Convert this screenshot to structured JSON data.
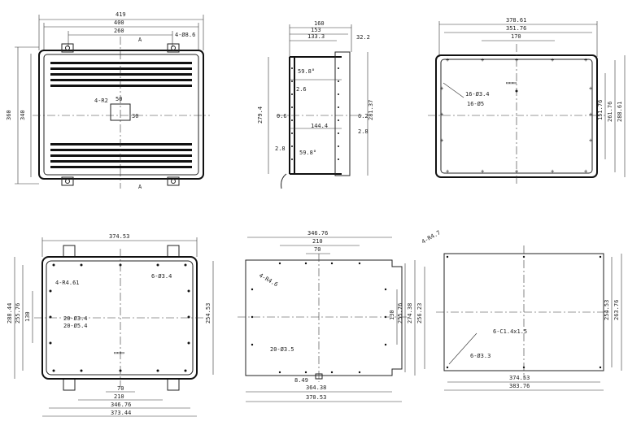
{
  "view1": {
    "dims": {
      "w419": "419",
      "w400": "400",
      "w260": "260",
      "h360": "360",
      "h340": "340",
      "label_a_top": "A",
      "label_a_bot": "A",
      "holes": "4-Ø8.6",
      "slot_w": "50",
      "slot_h": "30",
      "radius": "4-R2"
    }
  },
  "view2": {
    "dims": {
      "w160": "160",
      "w153": "153",
      "w133": "133.3",
      "w32": "32.2",
      "h279": "279.4",
      "h281": "281.37",
      "d144": "144.4",
      "d6a": "0.6",
      "d6b": "6.2",
      "d28a": "2.8",
      "d28b": "2.8",
      "d6c": "2.6",
      "angle_a": "59.8°",
      "angle_b": "59.8°"
    }
  },
  "view3": {
    "dims": {
      "w378": "378.61",
      "w351": "351.76",
      "w170": "170",
      "h288": "288.61",
      "h261": "261.76",
      "h151": "151.76",
      "holes_a": "16-Ø3.4",
      "holes_b": "16-Ø5",
      "center_mark": "▭▭▭"
    }
  },
  "view4": {
    "dims": {
      "w374": "374.53",
      "w346": "346.76",
      "w210": "210",
      "w70": "70",
      "w373": "373.44",
      "h288": "288.44",
      "h254": "254.53",
      "h255": "255.76",
      "h130": "130",
      "radius": "4-R4.61",
      "holes_a": "6-Ø3.4",
      "holes_b": "20-Ø3.4",
      "holes_c": "20-Ø5.4",
      "center_mark": "▭▭▭"
    }
  },
  "view5": {
    "dims": {
      "w346": "346.76",
      "w210": "210",
      "w70": "70",
      "h130": "130",
      "h255": "255.76",
      "h274": "274.38",
      "h256": "256.23",
      "d849": "8.49",
      "w364": "364.38",
      "w370": "370.53",
      "radius": "4-R4.6",
      "holes": "20-Ø3.5"
    }
  },
  "view6": {
    "dims": {
      "w374": "374.53",
      "w383": "383.76",
      "h254": "254.53",
      "h263": "263.76",
      "radius": "4-R4.7",
      "chamfer": "6-C1.4x1.5",
      "holes": "6-Ø3.3"
    }
  }
}
